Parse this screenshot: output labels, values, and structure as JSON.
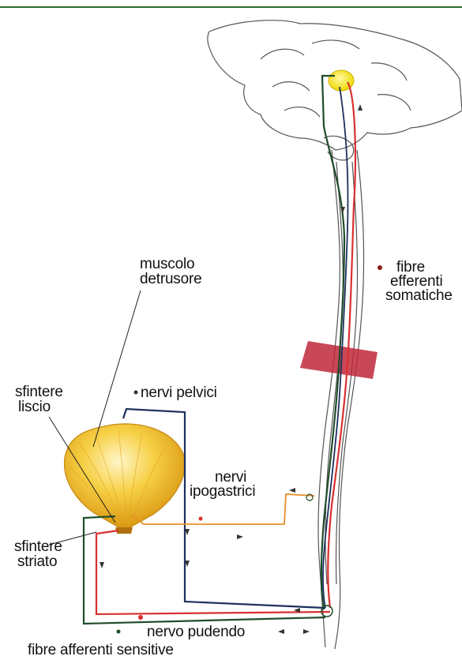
{
  "labels": {
    "muscolo_detrusore": [
      "muscolo",
      "detrusore"
    ],
    "fibre_efferenti_somatiche": [
      "fibre",
      "efferenti",
      "somatiche"
    ],
    "sfintere_liscio": [
      "sfintere",
      "liscio"
    ],
    "nervi_pelvici": "nervi pelvici",
    "nervi_ipogastrici": [
      "nervi",
      "ipogastrici"
    ],
    "sfintere_striato": [
      "sfintere",
      "striato"
    ],
    "nervo_pudendo": "nervo pudendo",
    "fibre_afferenti_sensitive": "fibre afferenti sensitive"
  },
  "colors": {
    "frame_line": "#2f6b2f",
    "efferent_somatic": "#d93030",
    "pelvic_nerve": "#1e2f5e",
    "afferent_sensory": "#1f4d2b",
    "hypogastric": "#e8902a",
    "lesion_band": "#c0283a",
    "bladder": "#f4c020",
    "brain_nucleus": "#f5e000"
  }
}
